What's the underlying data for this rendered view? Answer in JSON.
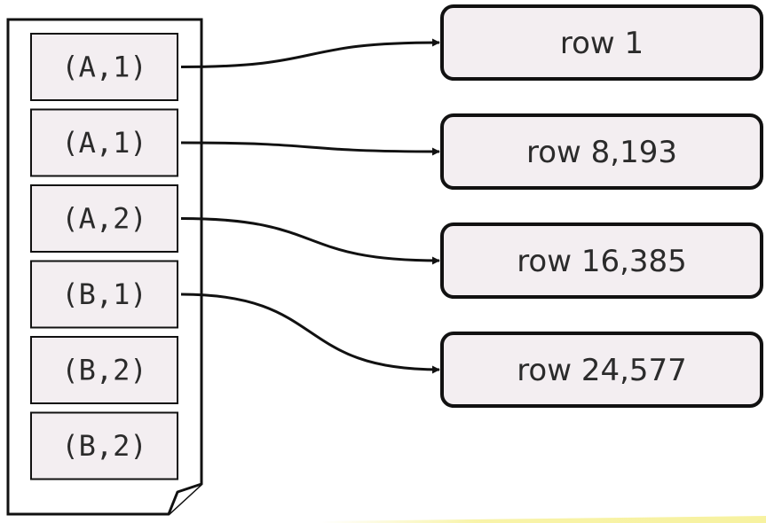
{
  "index_keys": [
    {
      "label": "(A,1)"
    },
    {
      "label": "(A,1)"
    },
    {
      "label": "(A,2)"
    },
    {
      "label": "(B,1)"
    },
    {
      "label": "(B,2)"
    },
    {
      "label": "(B,2)"
    }
  ],
  "rows": [
    {
      "label": "row 1"
    },
    {
      "label": "row 8,193"
    },
    {
      "label": "row 16,385"
    },
    {
      "label": "row 24,577"
    }
  ],
  "links": [
    {
      "from_key": 0,
      "to_row": 0
    },
    {
      "from_key": 1,
      "to_row": 1
    },
    {
      "from_key": 2,
      "to_row": 2
    },
    {
      "from_key": 3,
      "to_row": 3
    }
  ],
  "colors": {
    "stroke": "#111111",
    "page_fill": "#ffffff",
    "key_fill": "#f3eef1",
    "row_fill": "#f3eef1",
    "highlight": "#f7f2a0"
  }
}
